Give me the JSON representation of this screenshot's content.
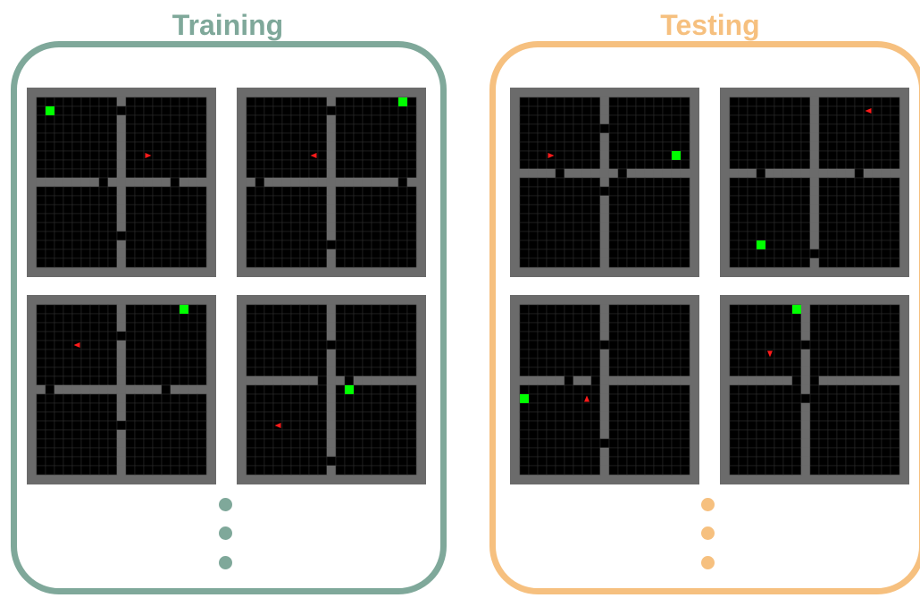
{
  "colors": {
    "training_accent": "#7fa89a",
    "testing_accent": "#f6c07f",
    "wall": "#6b6b6b",
    "floor": "#000000",
    "grid_line": "#2b2b2b",
    "goal": "#00ff00",
    "agent": "#ff1a1a"
  },
  "panels": [
    {
      "id": "training",
      "title": "Training",
      "continuation_dots": 3,
      "environments": [
        {
          "icon": "four-rooms-gridworld",
          "goal_cell": [
            1,
            1
          ],
          "agent_cell": [
            12,
            6
          ],
          "agent_dir": "right",
          "v_wall": 9,
          "h_wall": 9,
          "doors": [
            [
              9,
              1
            ],
            [
              9,
              15
            ],
            [
              7,
              9
            ],
            [
              15,
              9
            ]
          ]
        },
        {
          "icon": "four-rooms-gridworld",
          "goal_cell": [
            17,
            0
          ],
          "agent_cell": [
            7,
            6
          ],
          "agent_dir": "left",
          "v_wall": 9,
          "h_wall": 9,
          "doors": [
            [
              9,
              1
            ],
            [
              9,
              16
            ],
            [
              1,
              9
            ],
            [
              17,
              9
            ]
          ]
        },
        {
          "icon": "four-rooms-gridworld",
          "goal_cell": [
            16,
            0
          ],
          "agent_cell": [
            4,
            4
          ],
          "agent_dir": "left",
          "v_wall": 9,
          "h_wall": 9,
          "doors": [
            [
              9,
              3
            ],
            [
              9,
              13
            ],
            [
              1,
              9
            ],
            [
              14,
              9
            ]
          ]
        },
        {
          "icon": "four-rooms-gridworld",
          "goal_cell": [
            11,
            9
          ],
          "agent_cell": [
            3,
            13
          ],
          "agent_dir": "left",
          "v_wall": 9,
          "h_wall": 8,
          "doors": [
            [
              9,
              4
            ],
            [
              9,
              17
            ],
            [
              8,
              8
            ],
            [
              11,
              8
            ]
          ]
        }
      ]
    },
    {
      "id": "testing",
      "title": "Testing",
      "continuation_dots": 3,
      "environments": [
        {
          "icon": "four-rooms-gridworld",
          "goal_cell": [
            17,
            6
          ],
          "agent_cell": [
            3,
            6
          ],
          "agent_dir": "right",
          "v_wall": 9,
          "h_wall": 8,
          "doors": [
            [
              9,
              3
            ],
            [
              9,
              10
            ],
            [
              4,
              8
            ],
            [
              11,
              8
            ]
          ]
        },
        {
          "icon": "four-rooms-gridworld",
          "goal_cell": [
            3,
            16
          ],
          "agent_cell": [
            15,
            1
          ],
          "agent_dir": "left",
          "v_wall": 9,
          "h_wall": 8,
          "doors": [
            [
              9,
              17
            ],
            [
              3,
              8
            ],
            [
              14,
              8
            ]
          ]
        },
        {
          "icon": "four-rooms-gridworld",
          "goal_cell": [
            0,
            10
          ],
          "agent_cell": [
            7,
            10
          ],
          "agent_dir": "up",
          "v_wall": 9,
          "h_wall": 8,
          "doors": [
            [
              9,
              4
            ],
            [
              9,
              15
            ],
            [
              5,
              8
            ],
            [
              8,
              8
            ]
          ]
        },
        {
          "icon": "four-rooms-gridworld",
          "goal_cell": [
            7,
            0
          ],
          "agent_cell": [
            4,
            5
          ],
          "agent_dir": "down",
          "v_wall": 8,
          "h_wall": 8,
          "doors": [
            [
              8,
              4
            ],
            [
              8,
              10
            ],
            [
              7,
              8
            ],
            [
              9,
              8
            ]
          ]
        }
      ]
    }
  ]
}
